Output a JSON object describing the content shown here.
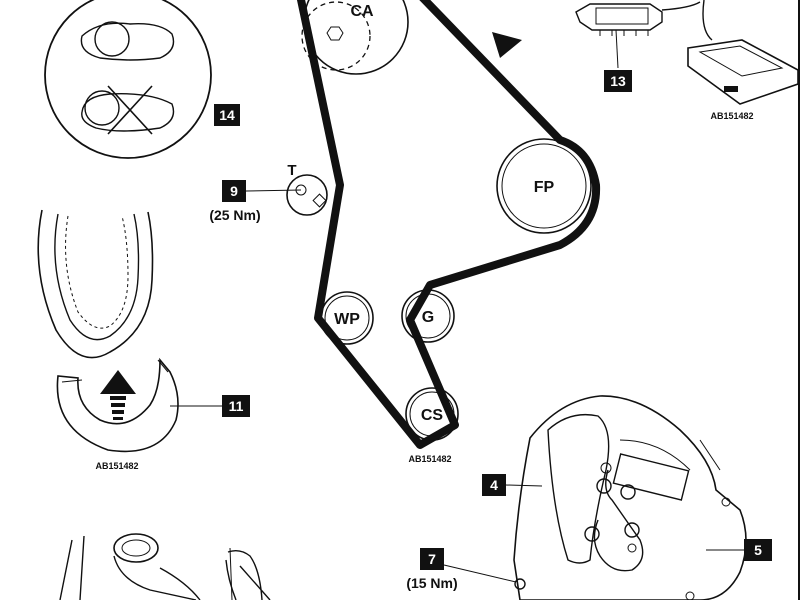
{
  "pulleys": {
    "ca": "CA",
    "fp": "FP",
    "wp": "WP",
    "g": "G",
    "cs": "CS",
    "t": "T"
  },
  "callouts": {
    "c14": "14",
    "c13": "13",
    "c9": "9",
    "c11": "11",
    "c4": "4",
    "c7": "7",
    "c5": "5"
  },
  "torques": {
    "t9": "(25 Nm)",
    "t7": "(15 Nm)"
  },
  "references": {
    "ref_top_right": "AB151482",
    "ref_left": "AB151482",
    "ref_center": "AB151482"
  },
  "icons": {
    "direction": "direction-arrow-icon",
    "push": "up-arrow-icon",
    "cross": "cross-icon"
  }
}
